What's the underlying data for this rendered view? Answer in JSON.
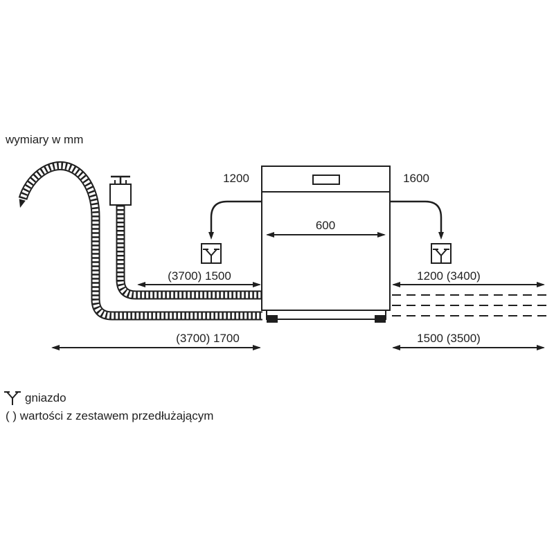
{
  "title": "wymiary w mm",
  "diagram": {
    "type": "installation-dimensions-diagram",
    "appliance": "dishwasher",
    "colors": {
      "line": "#1f1f1f",
      "background": "#ffffff"
    },
    "labels": {
      "cable_left": "1200",
      "cable_right": "1600",
      "appliance_width": "600",
      "upper_left_hose": "(3700) 1500",
      "upper_right_hose": "1200 (3400)",
      "lower_left_hose": "(3700) 1700",
      "lower_right_hose": "1500 (3500)"
    },
    "icons": {
      "socket_left": "power-socket-symbol",
      "socket_right": "power-socket-symbol",
      "tap": "water-tap-symbol",
      "drain_hose": "corrugated-hose",
      "supply_hose": "corrugated-hose"
    }
  },
  "legend": {
    "socket": "gniazdo",
    "note": "( ) wartości z zestawem przedłużającym"
  }
}
